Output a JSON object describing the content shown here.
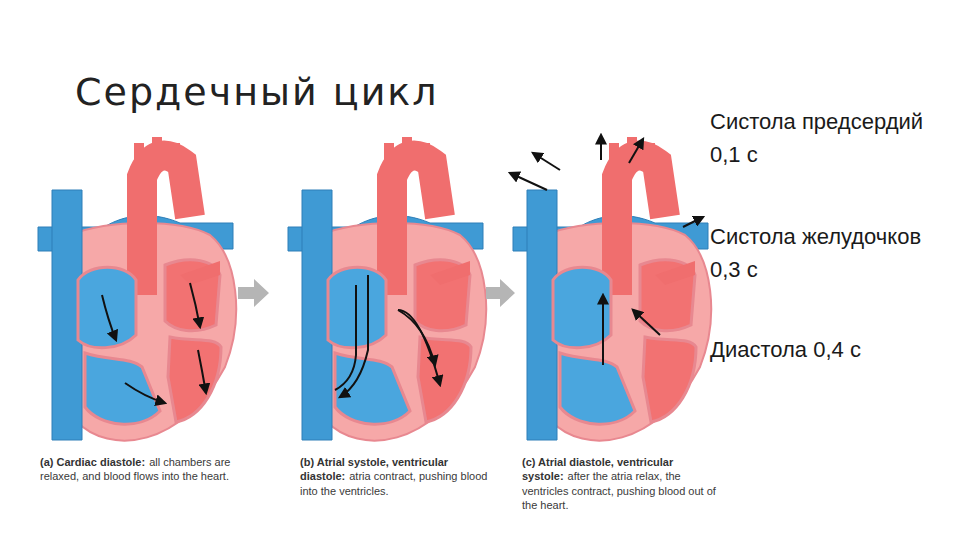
{
  "diagram": {
    "title": "Сердечный цикл",
    "labels": [
      "Систола предсердий 0,1 с",
      "Систола желудочков 0,3 с",
      "Диастола 0,4 с",
      "(a) Cardiac diastole:",
      "all chambers are relaxed, and blood flows into the heart.",
      "(b) Atrial systole, ventricular diastole:",
      "atria contract, pushing blood into the ventricles.",
      "(c) Atrial diastole, ventricular systole:",
      "after the atria relax, the ventricles contract, pushing blood out of the heart."
    ]
  }
}
